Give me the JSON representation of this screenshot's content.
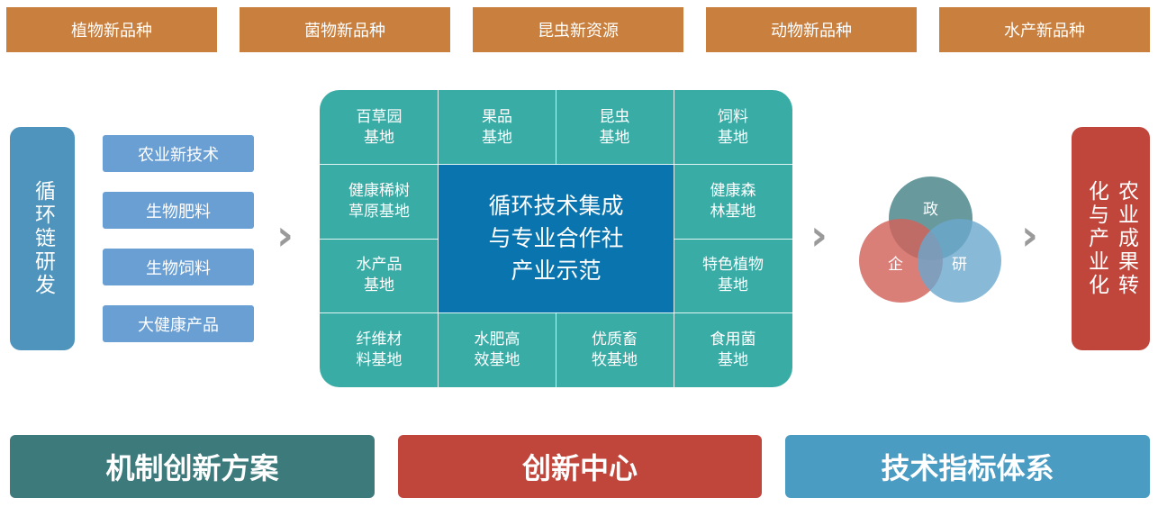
{
  "top_categories": [
    "植物新品种",
    "菌物新品种",
    "昆虫新资源",
    "动物新品种",
    "水产新品种"
  ],
  "left_box": {
    "text": "循环链研发"
  },
  "tech_items": [
    "农业新技术",
    "生物肥料",
    "生物饲料",
    "大健康产品"
  ],
  "grid": {
    "center": "循环技术集成\n与专业合作社\n产业示范",
    "cells": {
      "r1": [
        "百草园\n基地",
        "果品\n基地",
        "昆虫\n基地",
        "饲料\n基地"
      ],
      "left": [
        "健康稀树\n草原基地",
        "水产品\n基地"
      ],
      "right": [
        "健康森\n林基地",
        "特色植物\n基地"
      ],
      "r4": [
        "纤维材\n料基地",
        "水肥高\n效基地",
        "优质畜\n牧基地",
        "食用菌\n基地"
      ]
    }
  },
  "arrows": [
    "›",
    "›",
    "›"
  ],
  "venn": {
    "gov": "政",
    "enterprise": "企",
    "research": "研"
  },
  "right_box": {
    "col1": "化与产业化",
    "col2": "农业成果转"
  },
  "bottom_bars": [
    "机制创新方案",
    "创新中心",
    "技术指标体系"
  ],
  "colors": {
    "orange": "#c97f3e",
    "teal": "#3aaca6",
    "blue": "#0a74ae",
    "red": "#c0453b",
    "steel": "#4b9cc3"
  }
}
